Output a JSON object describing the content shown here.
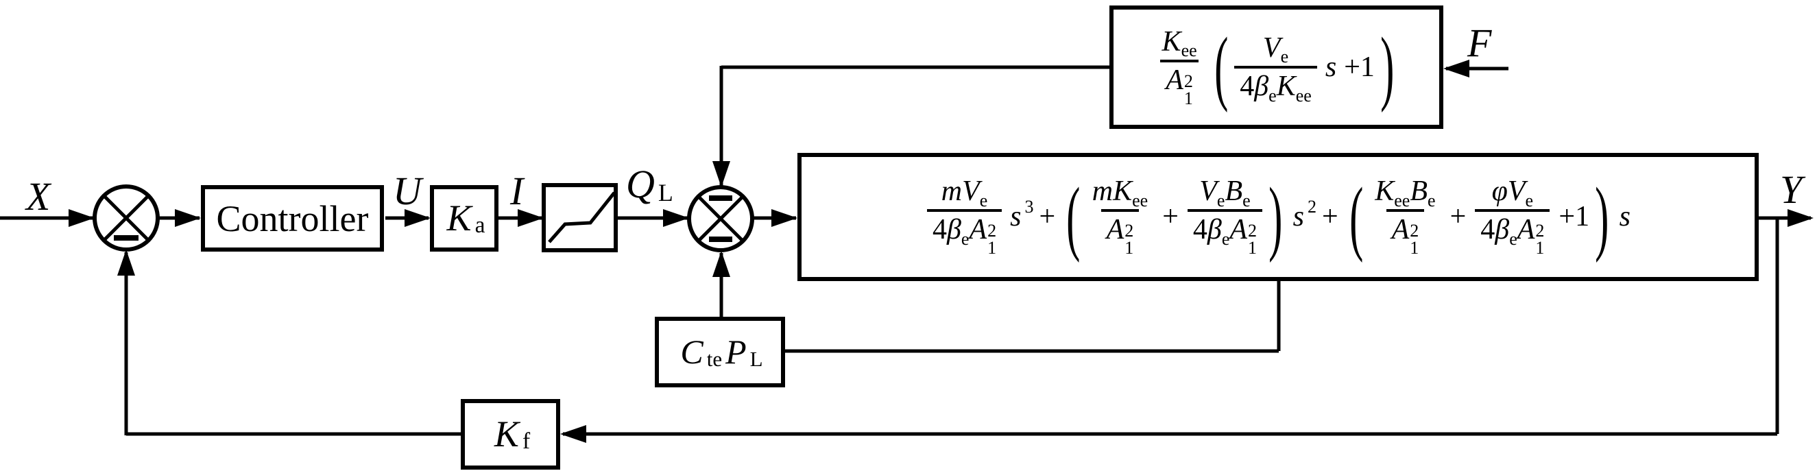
{
  "colors": {
    "ink": "#000000",
    "bg": "#ffffff"
  },
  "labels": {
    "input_signal": "X",
    "controller": "Controller",
    "u_signal": "U",
    "i_signal": "I",
    "f_signal": "F",
    "output_signal": "Y"
  },
  "junction_signs": {
    "sum1_bottom": "minus",
    "sum2_top": "minus",
    "sum2_bottom": "minus"
  },
  "math": {
    "ql_signal": [
      {
        "i": "Q"
      },
      {
        "sub": "L"
      }
    ],
    "ka_gain": [
      {
        "i": "K"
      },
      {
        "sub": "a"
      }
    ],
    "kf_gain": [
      {
        "i": "K"
      },
      {
        "sub": "f"
      }
    ],
    "cte_pl": [
      {
        "i": "C"
      },
      {
        "sub": "te"
      },
      {
        "i": "P"
      },
      {
        "sub": "L"
      }
    ],
    "force_tf": [
      {
        "f": {
          "n": [
            {
              "i": "K"
            },
            {
              "sub": "ee"
            }
          ],
          "d": [
            {
              "i": "A"
            },
            {
              "ss": {
                "up": "2",
                "dn": "1"
              }
            }
          ]
        }
      },
      {
        "p": [
          {
            "f": {
              "n": [
                {
                  "i": "V"
                },
                {
                  "sub": "e"
                }
              ],
              "d": [
                {
                  "t": "4"
                },
                {
                  "i": "β"
                },
                {
                  "sub": "e"
                },
                {
                  "i": "K"
                },
                {
                  "sub": "ee"
                }
              ]
            }
          },
          {
            "i": "s"
          },
          {
            "t": "+1"
          }
        ]
      }
    ],
    "plant_tf": [
      {
        "f": {
          "n": [
            {
              "i": "mV"
            },
            {
              "sub": "e"
            }
          ],
          "d": [
            {
              "t": "4"
            },
            {
              "i": "β"
            },
            {
              "sub": "e"
            },
            {
              "i": "A"
            },
            {
              "ss": {
                "up": "2",
                "dn": "1"
              }
            }
          ]
        }
      },
      {
        "i": "s"
      },
      {
        "sup": "3"
      },
      {
        "t": "+"
      },
      {
        "p": [
          {
            "f": {
              "n": [
                {
                  "i": "mK"
                },
                {
                  "sub": "ee"
                }
              ],
              "d": [
                {
                  "i": "A"
                },
                {
                  "ss": {
                    "up": "2",
                    "dn": "1"
                  }
                }
              ]
            }
          },
          {
            "t": "+"
          },
          {
            "f": {
              "n": [
                {
                  "i": "V"
                },
                {
                  "sub": "e"
                },
                {
                  "i": "B"
                },
                {
                  "sub": "e"
                }
              ],
              "d": [
                {
                  "t": "4"
                },
                {
                  "i": "β"
                },
                {
                  "sub": "e"
                },
                {
                  "i": "A"
                },
                {
                  "ss": {
                    "up": "2",
                    "dn": "1"
                  }
                }
              ]
            }
          }
        ]
      },
      {
        "i": "s"
      },
      {
        "sup": "2"
      },
      {
        "t": "+"
      },
      {
        "p": [
          {
            "f": {
              "n": [
                {
                  "i": "K"
                },
                {
                  "sub": "ee"
                },
                {
                  "i": "B"
                },
                {
                  "sub": "e"
                }
              ],
              "d": [
                {
                  "i": "A"
                },
                {
                  "ss": {
                    "up": "2",
                    "dn": "1"
                  }
                }
              ]
            }
          },
          {
            "t": "+"
          },
          {
            "f": {
              "n": [
                {
                  "i": "φV"
                },
                {
                  "sub": "e"
                }
              ],
              "d": [
                {
                  "t": "4"
                },
                {
                  "i": "β"
                },
                {
                  "sub": "e"
                },
                {
                  "i": "A"
                },
                {
                  "ss": {
                    "up": "2",
                    "dn": "1"
                  }
                }
              ]
            }
          },
          {
            "t": "+1"
          }
        ]
      },
      {
        "i": "s"
      }
    ]
  }
}
